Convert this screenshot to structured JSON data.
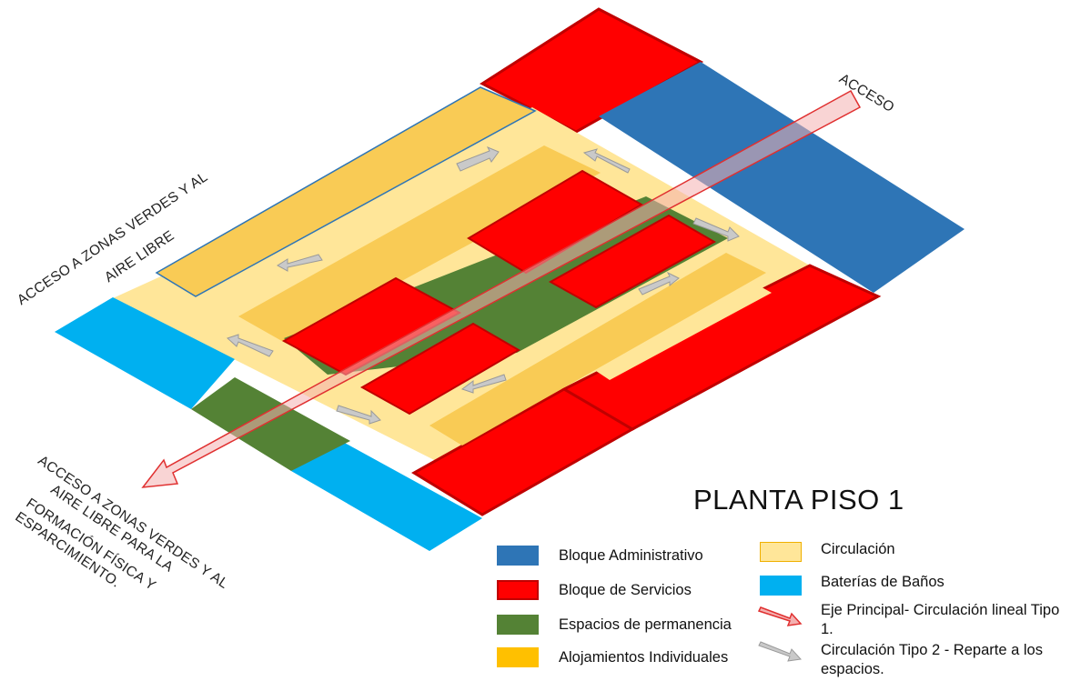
{
  "title": "PLANTA PISO 1",
  "annotations": {
    "acceso": "ACCESO",
    "top_left_line1": "ACCESO A ZONAS VERDES Y AL",
    "top_left_line2": "AIRE LIBRE",
    "bottom_left_line1": "ACCESO A ZONAS VERDES Y AL",
    "bottom_left_line2": "AIRE LIBRE PARA LA",
    "bottom_left_line3": "FORMACIÓN FÍSICA Y",
    "bottom_left_line4": "ESPARCIMIENTO."
  },
  "legend": {
    "admin": "Bloque Administrativo",
    "servicios": "Bloque de Servicios",
    "permanencia": "Espacios de permanencia",
    "alojamientos": "Alojamientos Individuales",
    "circulacion": "Circulación",
    "banos": "Baterías de Baños",
    "eje_line1": "Eje Principal- Circulación lineal Tipo",
    "eje_line2": "1.",
    "tipo2_line1": "Circulación Tipo 2 - Reparte a los",
    "tipo2_line2": "espacios."
  },
  "colors": {
    "admin": "#2E75B6",
    "servicios": "#FF0000",
    "permanencia": "#548235",
    "alojamientos": "#FFC000",
    "alojamientos_plan": "#F9CB55",
    "circulacion": "#FFE699",
    "banos": "#00B0F0",
    "eje_arrow": "#F4B0B0",
    "tipo2_arrow": "#C9C9C9"
  }
}
